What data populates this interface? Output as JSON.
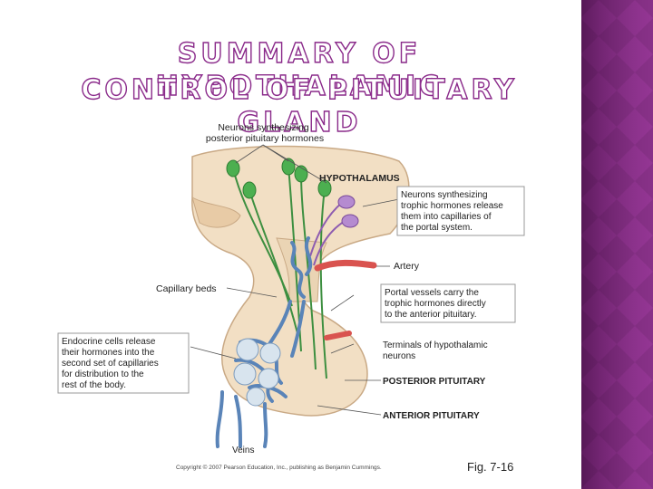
{
  "slide": {
    "title_line1": "SUMMARY OF HYPOTHALAMIC",
    "title_line2": "CONTROL OF PITUITARY GLAND",
    "colors": {
      "title_outline": "#8a2a8a",
      "side_band": "#5a1a5a",
      "side_band_light": "#b044b0"
    }
  },
  "diagram": {
    "label_neurons_posterior": [
      "Neurons synthesizing",
      "posterior pituitary hormones"
    ],
    "label_hypothalamus": "HYPOTHALAMUS",
    "label_neurons_trophic": [
      "Neurons synthesizing",
      "trophic hormones release",
      "them into capillaries of",
      "the portal system."
    ],
    "label_artery": "Artery",
    "label_capillary_beds": "Capillary beds",
    "label_portal_vessels": [
      "Portal vessels carry the",
      "trophic hormones directly",
      "to the anterior pituitary."
    ],
    "label_endocrine_cells": [
      "Endocrine cells release",
      "their hormones into the",
      "second set of capillaries",
      "for distribution to the",
      "rest of the body."
    ],
    "label_terminals": [
      "Terminals of hypothalamic",
      "neurons"
    ],
    "label_posterior_pituitary": "POSTERIOR PITUITARY",
    "label_anterior_pituitary": "ANTERIOR PITUITARY",
    "label_veins": "Veins",
    "copyright": "Copyright © 2007 Pearson Education, Inc., publishing as Benjamin Cummings.",
    "figure_number": "Fig. 7-16",
    "colors": {
      "tissue": "#f2dfc4",
      "tissue_outline": "#c9a985",
      "neuron_green": "#4caf50",
      "neuron_purple": "#a070c0",
      "artery_red": "#d9534f",
      "vein_blue": "#5a84b8"
    }
  }
}
